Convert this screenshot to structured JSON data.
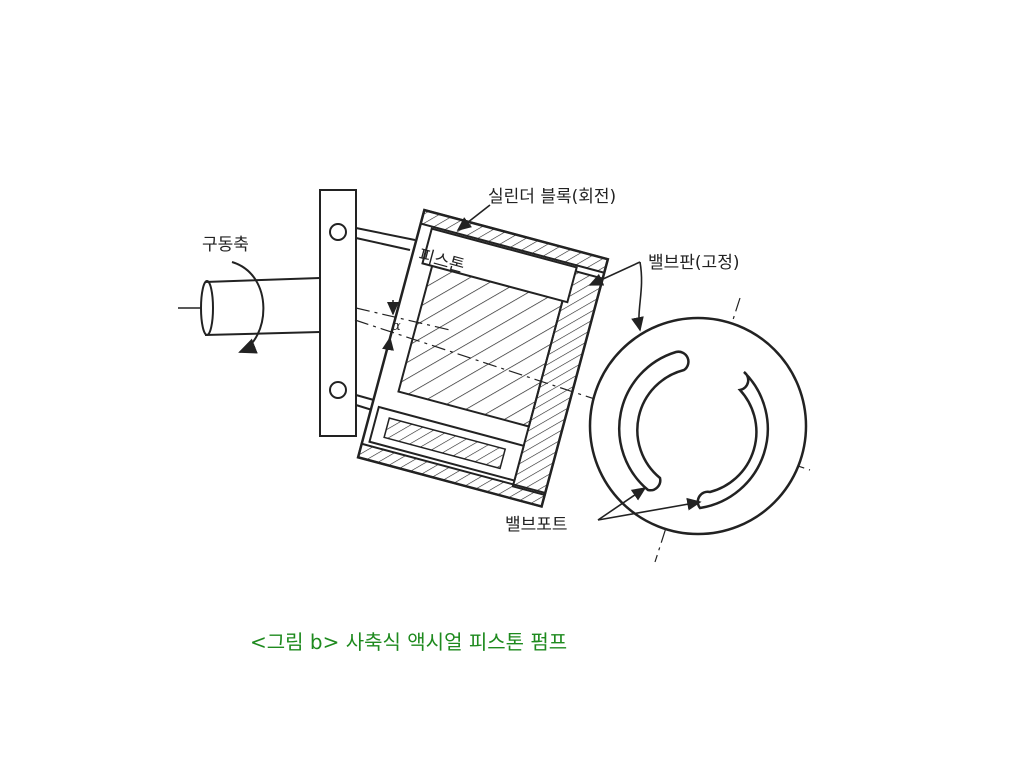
{
  "labels": {
    "drive_shaft": "구동축",
    "cylinder_block": "실린더 블록(회전)",
    "piston": "피스톤",
    "valve_plate": "밸브판(고정)",
    "valve_port": "밸브포트",
    "alpha": "α"
  },
  "caption": "<그림 b> 사축식 액시얼 피스톤 펌프",
  "colors": {
    "line": "#222222",
    "caption": "#1e8a1e"
  }
}
